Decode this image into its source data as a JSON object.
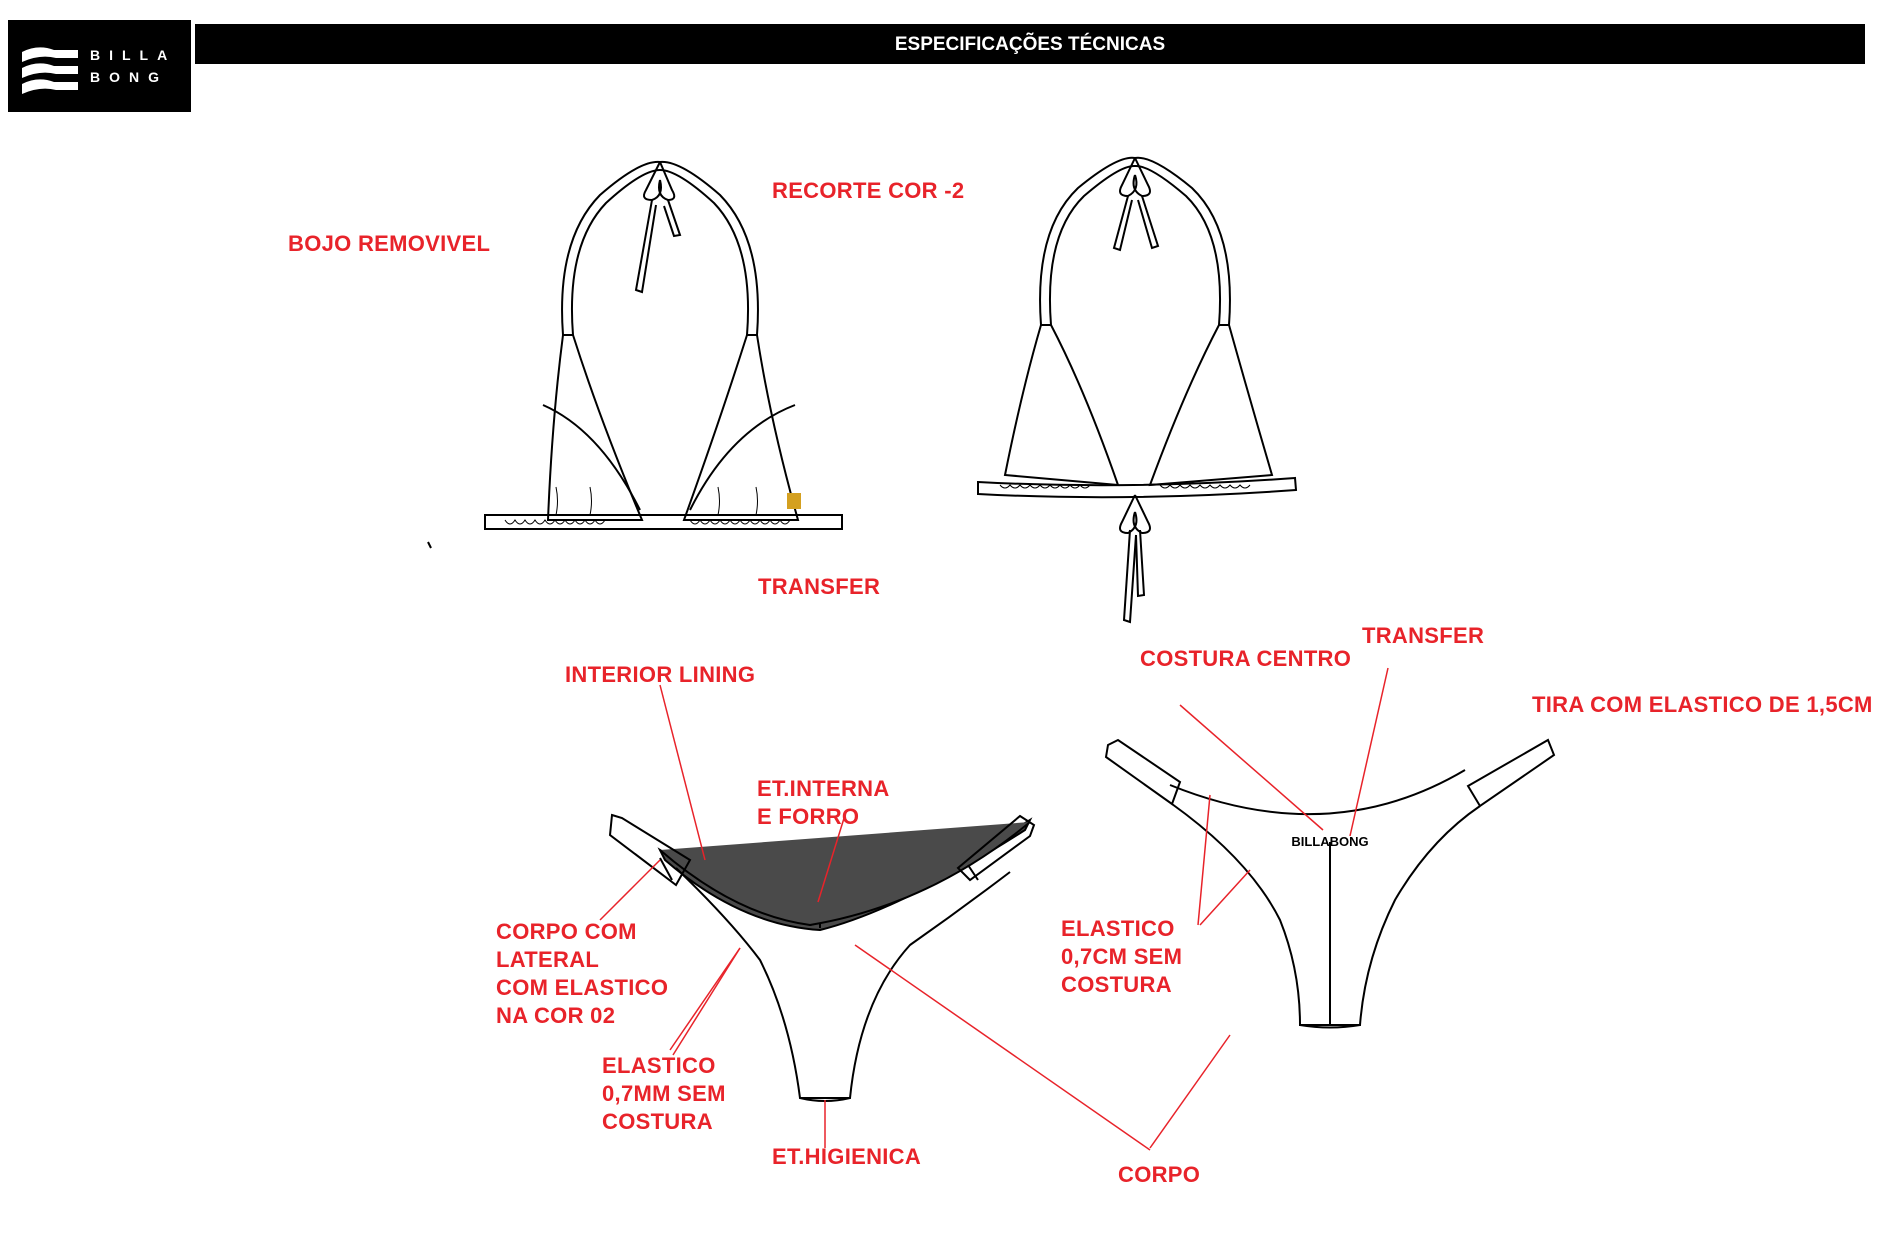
{
  "header": {
    "brand_line1": "BILLA",
    "brand_line2": "BONG",
    "title": "ESPECIFICAÇÕES TÉCNICAS"
  },
  "labels": {
    "bojo_removivel": "BOJO REMOVIVEL",
    "recorte_cor": "RECORTE COR -2",
    "transfer_top": "TRANSFER",
    "interior_lining": "INTERIOR LINING",
    "costura_centro": "COSTURA CENTRO",
    "transfer_back": "TRANSFER",
    "tira_elastico": "TIRA COM ELASTICO DE 1,5CM",
    "et_interna_1": "ET.INTERNA",
    "et_interna_2": "E FORRO",
    "corpo_lateral_1": "CORPO COM",
    "corpo_lateral_2": "LATERAL",
    "corpo_lateral_3": "COM ELASTICO",
    "corpo_lateral_4": "NA COR 02",
    "elastico_front_1": "ELASTICO",
    "elastico_front_2": "0,7MM SEM",
    "elastico_front_3": "COSTURA",
    "elastico_back_1": "ELASTICO",
    "elastico_back_2": "0,7CM SEM",
    "elastico_back_3": "COSTURA",
    "et_higienica": "ET.HIGIENICA",
    "corpo": "CORPO",
    "transfer_print": "BILLABONG"
  },
  "colors": {
    "annotation": "#e8232a",
    "outline": "#000000",
    "lining_fill": "#4a4a4a",
    "transfer_logo": "#d4a020"
  }
}
